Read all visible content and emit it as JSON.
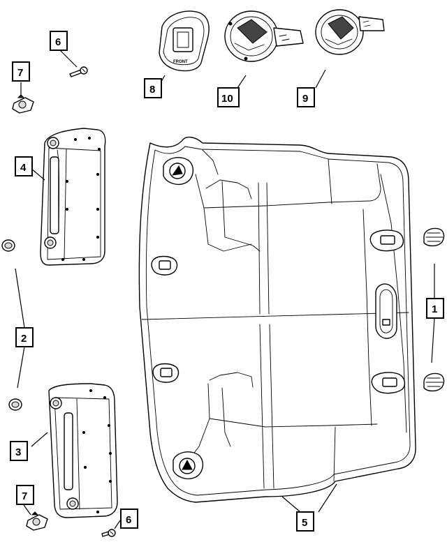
{
  "callouts": {
    "c1": "1",
    "c2": "2",
    "c3": "3",
    "c4": "4",
    "c5": "5",
    "c6_top": "6",
    "c6_bottom": "6",
    "c7_top": "7",
    "c7_bottom": "7",
    "c8": "8",
    "c9": "9",
    "c10": "10"
  },
  "labels": {
    "front_mark": "FRONT"
  }
}
